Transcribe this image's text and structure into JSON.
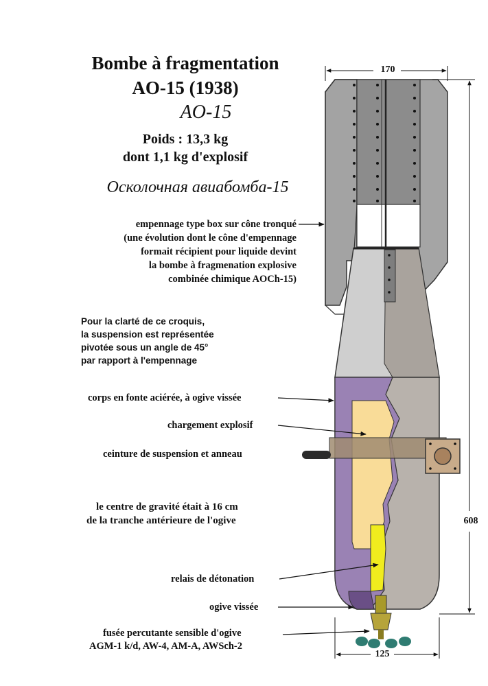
{
  "title": {
    "line1": "Bombe à fragmentation",
    "line2": "AO-15   (1938)",
    "designation": "AO-15"
  },
  "specs": {
    "weight": "Poids : 13,3 kg",
    "explosive": "dont 1,1 kg d'explosif"
  },
  "russian_name": "Осколочная авиабомба-15",
  "labels": {
    "tail_1": "empennage type box sur cône tronqué",
    "tail_2": "(une évolution dont le cône d'empennage",
    "tail_3": "formait récipient pour liquide devint",
    "tail_4": "la bombe à fragmenation explosive",
    "tail_5": "combinée chimique AOCh-15)",
    "note_1": "Pour la clarté de ce croquis,",
    "note_2": "la suspension est représentée",
    "note_3": "pivotée sous un angle de 45°",
    "note_4": "par rapport à l'empennage",
    "body": "corps en fonte aciérée, à ogive vissée",
    "charge": "chargement explosif",
    "suspension": "ceinture de suspension et anneau",
    "cg_1": "le centre de gravité était à 16 cm",
    "cg_2": "de la tranche antérieure de l'ogive",
    "booster": "relais de détonation",
    "nose": "ogive vissée",
    "fuze_1": "fusée percutante sensible d'ogive",
    "fuze_2": "AGM-1 k/d, AW-4, AM-A, AWSch-2"
  },
  "dimensions": {
    "tail_width": "170",
    "length": "608",
    "body_width": "125"
  },
  "colors": {
    "casing": "#9a82b4",
    "explosive": "#f9dc98",
    "booster": "#f0ec1e",
    "cutaway_grey": "#b8b2ac",
    "tail_grey": "#a8a8a8",
    "suspension": "#a08c72",
    "fuze": "#a89a2a",
    "fuze_tips": "#2f7c72"
  }
}
